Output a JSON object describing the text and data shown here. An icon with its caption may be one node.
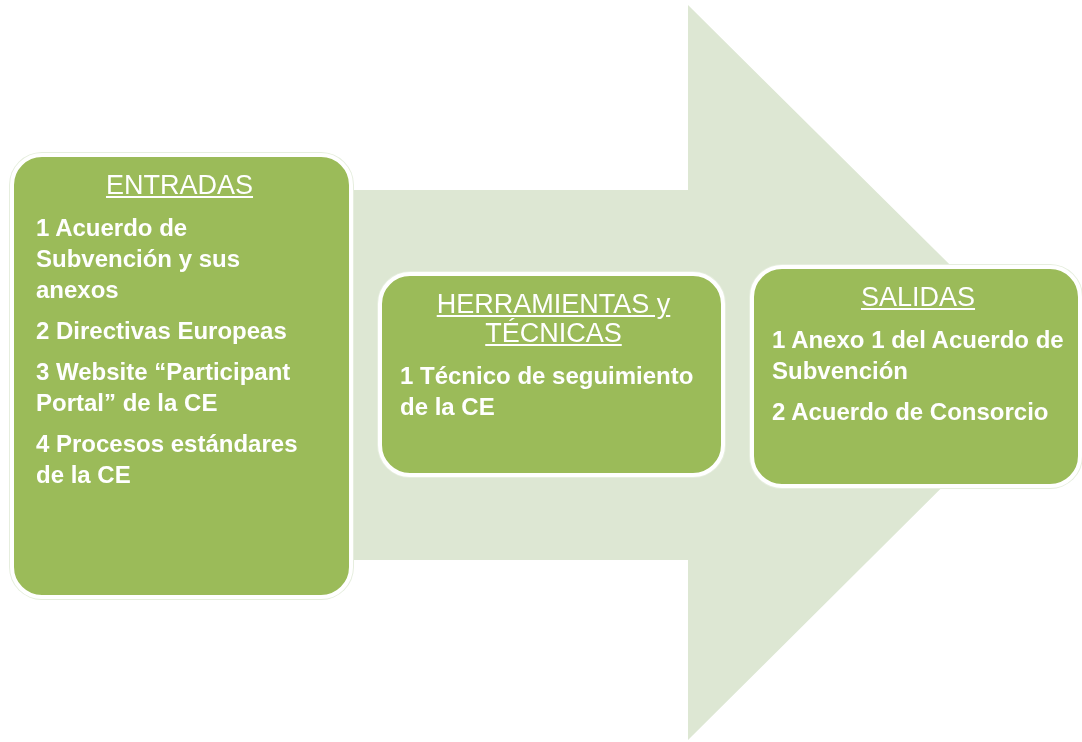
{
  "diagram": {
    "nodes": [
      {
        "text": [
          "ENTRADAS",
          "1 Acuerdo de Subvención y sus anexos",
          "2 Directivas Europeas",
          "3 Website “Participant Portal” de la CE",
          "4 Procesos estándares de la CE"
        ]
      },
      {
        "text": [
          "HERRAMIENTAS y TÉCNICAS",
          "1 Técnico de seguimiento de la CE"
        ]
      },
      {
        "text": [
          "SALIDAS",
          "1 Anexo 1 del Acuerdo de Subvención",
          "2 Acuerdo de Consorcio"
        ]
      }
    ],
    "edges": [
      {
        "from": 0,
        "to": 2,
        "arrow": "to"
      }
    ]
  }
}
